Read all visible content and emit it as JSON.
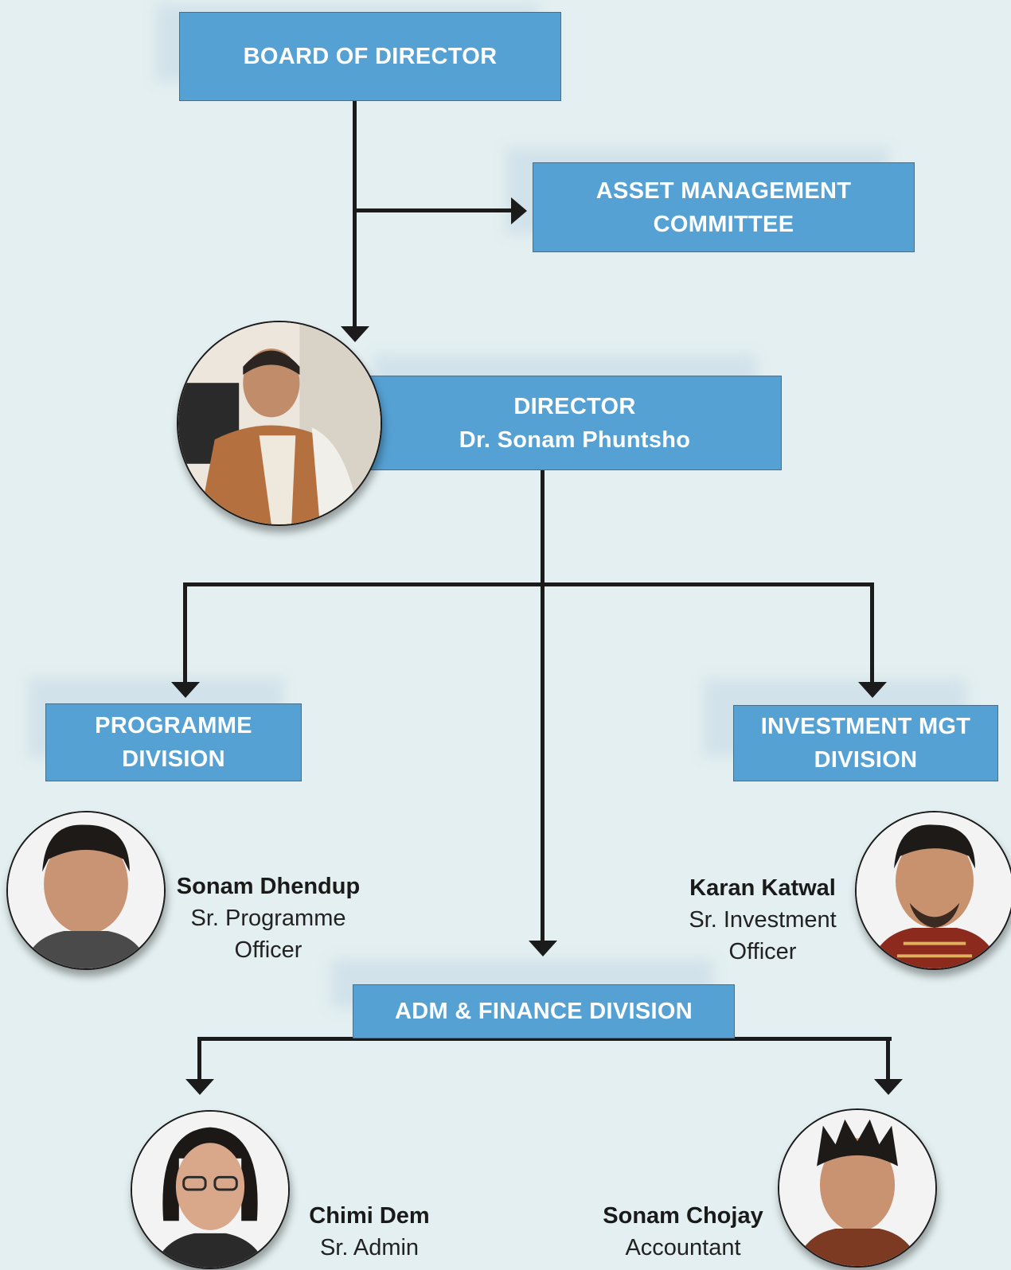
{
  "org_chart": {
    "board": {
      "label": "BOARD OF DIRECTOR"
    },
    "asset_committee": {
      "line1": "ASSET MANAGEMENT",
      "line2": "COMMITTEE"
    },
    "director": {
      "title": "DIRECTOR",
      "name": "Dr. Sonam Phuntsho"
    },
    "programme_division": {
      "line1": "PROGRAMME",
      "line2": "DIVISION"
    },
    "investment_division": {
      "line1": "INVESTMENT MGT",
      "line2": "DIVISION"
    },
    "adm_finance_division": {
      "label": "ADM & FINANCE DIVISION"
    },
    "staff": {
      "programme_officer": {
        "name": "Sonam Dhendup",
        "role_line1": "Sr. Programme",
        "role_line2": "Officer"
      },
      "investment_officer": {
        "name": "Karan Katwal",
        "role_line1": "Sr. Investment",
        "role_line2": "Officer"
      },
      "admin": {
        "name": "Chimi Dem",
        "role_line1": "Sr. Admin"
      },
      "accountant": {
        "name": "Sonam Chojay",
        "role_line1": "Accountant"
      }
    }
  },
  "colors": {
    "box_fill": "#55a1d3",
    "connector": "#1b1b1b",
    "background": "#e3eff0"
  }
}
